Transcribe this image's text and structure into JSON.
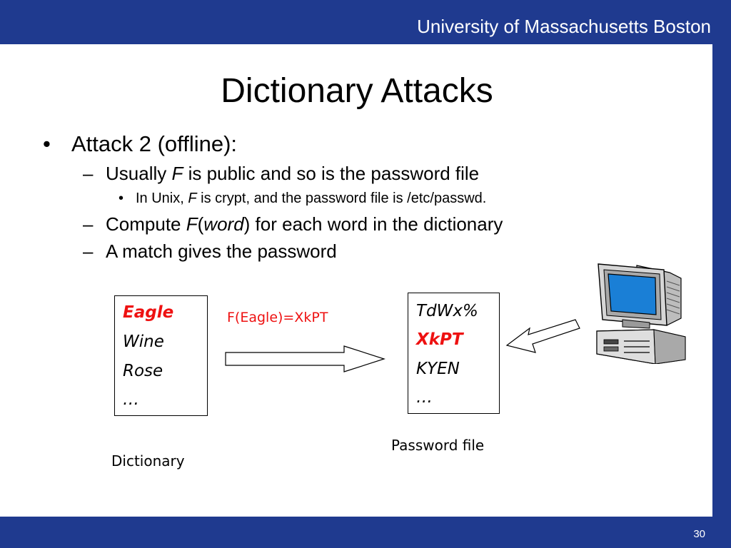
{
  "header": {
    "institution": "University of Massachusetts Boston"
  },
  "slide": {
    "title": "Dictionary Attacks",
    "bullets": {
      "b1": {
        "bullet": "•",
        "text": "Attack 2 (offline):"
      },
      "b2a": {
        "dash": "–",
        "pre": "Usually ",
        "f": "F",
        "post": " is public and so is the password file"
      },
      "b3a": {
        "bullet": "•",
        "pre": "In Unix, ",
        "f": "F",
        "post": " is crypt, and the password file is /etc/passwd."
      },
      "b2b": {
        "dash": "–",
        "pre": "Compute ",
        "f": "F",
        "paren_open": "(",
        "word": "word",
        "post": ") for each word in the dictionary"
      },
      "b2c": {
        "dash": "–",
        "text": "A match gives the password"
      }
    }
  },
  "diagram": {
    "dictionary": {
      "entries": [
        "Eagle",
        "Wine",
        "Rose",
        "…"
      ],
      "highlight_color": "#e11111",
      "label": "Dictionary"
    },
    "function_label": "F(Eagle)=XkPT",
    "password_file": {
      "entries": [
        "TdWx%",
        "XkPT",
        "KYEN",
        "…"
      ],
      "label": "Password file"
    }
  },
  "footer": {
    "page_number": "30"
  },
  "colors": {
    "banner": "#1f3a8f",
    "highlight": "#e11111",
    "monitor_screen": "#1a7fd6"
  }
}
